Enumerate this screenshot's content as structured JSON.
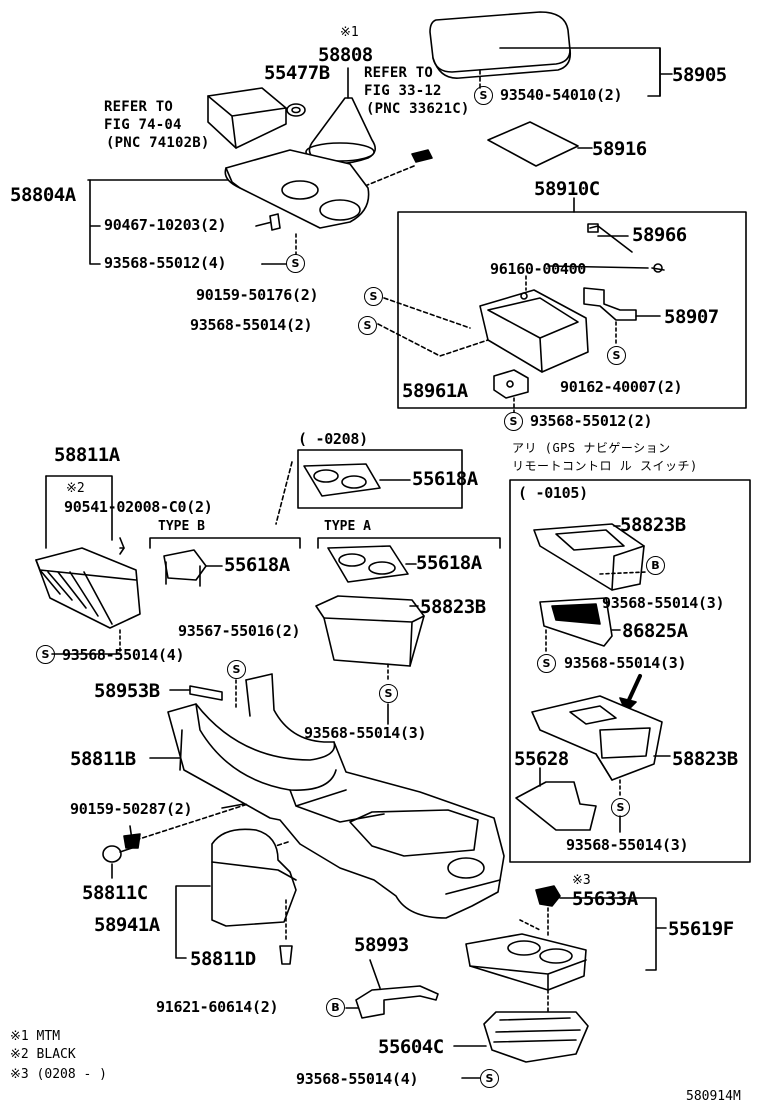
{
  "labels": {
    "n58808": "58808",
    "n58808_note": "※1",
    "n55477b": "55477B",
    "n58905": "58905",
    "n93540": "93540-54010(2)",
    "ref1_a": "REFER TO",
    "ref1_b": "FIG 33-12",
    "ref1_c": "(PNC 33621C)",
    "ref2_a": "REFER TO",
    "ref2_b": "FIG 74-04",
    "ref2_c": "(PNC 74102B)",
    "n58804a": "58804A",
    "n58916": "58916",
    "n90467": "90467-10203(2)",
    "n93568_55012_4": "93568-55012(4)",
    "n58910c": "58910C",
    "n58966": "58966",
    "n96160": "96160-00400",
    "n90159_50176": "90159-50176(2)",
    "n93568_55014_2": "93568-55014(2)",
    "n58907": "58907",
    "n58961a": "58961A",
    "n90162": "90162-40007(2)",
    "n93568_55012_2": "93568-55012(2)",
    "range_0208_close": "(    -0208)",
    "n55618a_top": "55618A",
    "n58811a": "58811A",
    "n58811a_note": "※2",
    "n90541": "90541-02008-C0(2)",
    "type_b": "TYPE B",
    "type_a": "TYPE A",
    "n55618a_b": "55618A",
    "n55618a_a": "55618A",
    "n58823b_mid": "58823B",
    "jp_line1": "アリ (GPS ナビゲーション",
    "jp_line2": "リモートコントロ  ル  スイッチ)",
    "range_0105": "(    -0105)",
    "n58823b_r1": "58823B",
    "n93568_55014_3_r1": "93568-55014(3)",
    "n86825a": "86825A",
    "n93568_55014_3_r2": "93568-55014(3)",
    "n55628": "55628",
    "n58823b_r2": "58823B",
    "n93568_55014_3_r3": "93568-55014(3)",
    "n93567": "93567-55016(2)",
    "n93568_55014_4_left": "93568-55014(4)",
    "n93568_55014_3_mid": "93568-55014(3)",
    "n58953b": "58953B",
    "n58811b": "58811B",
    "n90159_50287": "90159-50287(2)",
    "n58811c": "58811C",
    "n58941a": "58941A",
    "n58811d": "58811D",
    "n58993": "58993",
    "n91621": "91621-60614(2)",
    "n55633a": "55633A",
    "n55633a_note": "※3",
    "n55619f": "55619F",
    "n55604c": "55604C",
    "n93568_55014_4_bottom": "93568-55014(4)",
    "legend1": "※1 MTM",
    "legend2": "※2 BLACK",
    "legend3": "※3 (0208 -      )",
    "diagram_id": "580914M"
  },
  "symbols": {
    "s": "S",
    "b": "B"
  }
}
